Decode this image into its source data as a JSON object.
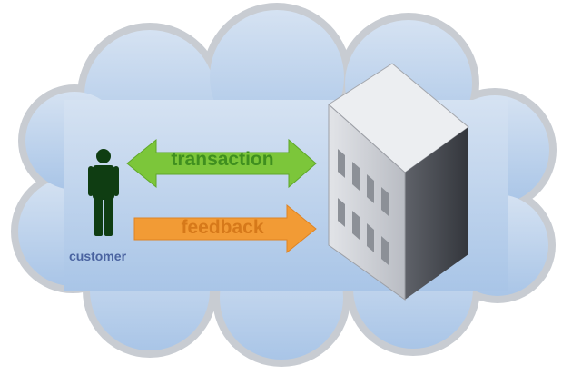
{
  "diagram": {
    "actor": {
      "label": "customer",
      "icon": "person-icon",
      "color": "#0f3d12"
    },
    "arrows": [
      {
        "id": "transaction",
        "label": "transaction",
        "direction": "bidirectional",
        "color": "#7cc63a",
        "text_color": "#3f8f1f"
      },
      {
        "id": "feedback",
        "label": "feedback",
        "direction": "right",
        "color": "#f29b35",
        "text_color": "#d6791a"
      }
    ],
    "building": {
      "icon": "office-building-icon"
    },
    "background": {
      "shape": "cloud",
      "fill_top": "#c9d9ee",
      "fill_bottom": "#a8c4e6",
      "outline": "#c8ccd2"
    }
  }
}
